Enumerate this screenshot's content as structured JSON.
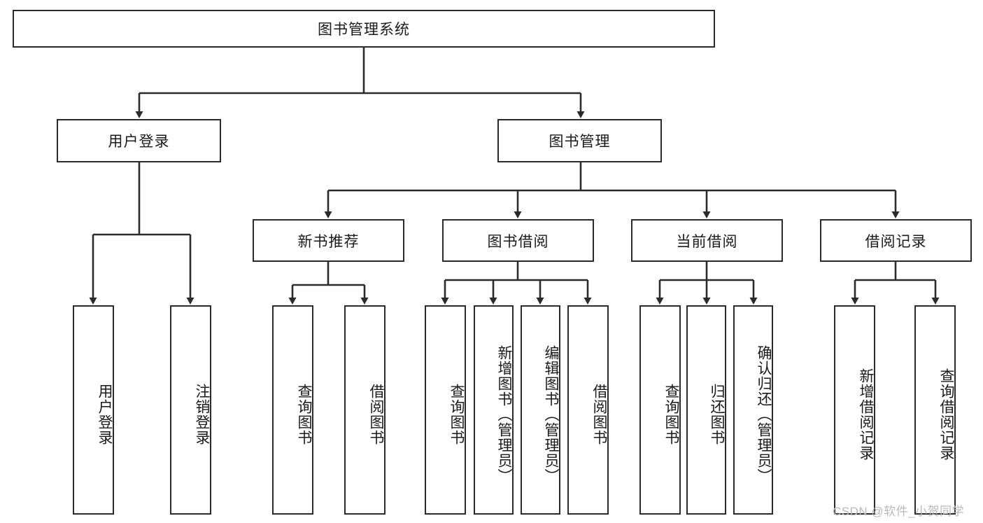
{
  "diagram": {
    "title": "图书管理系统",
    "type": "tree-hierarchy-chart",
    "root": {
      "label": "图书管理系统",
      "orientation": "horizontal"
    },
    "level2": [
      {
        "label": "用户登录",
        "orientation": "horizontal"
      },
      {
        "label": "图书管理",
        "orientation": "horizontal"
      }
    ],
    "level3": [
      {
        "label": "新书推荐",
        "orientation": "horizontal"
      },
      {
        "label": "图书借阅",
        "orientation": "horizontal"
      },
      {
        "label": "当前借阅",
        "orientation": "horizontal"
      },
      {
        "label": "借阅记录",
        "orientation": "horizontal"
      }
    ],
    "leaves": {
      "user_login": [
        {
          "label": "用户登录",
          "orientation": "vertical"
        },
        {
          "label": "注销登录",
          "orientation": "vertical"
        }
      ],
      "new_book_recommend": [
        {
          "label": "查询图书",
          "orientation": "vertical"
        },
        {
          "label": "借阅图书",
          "orientation": "vertical"
        }
      ],
      "book_borrow": [
        {
          "label": "查询图书",
          "orientation": "vertical"
        },
        {
          "label": "新增图书（管理员）",
          "orientation": "vertical"
        },
        {
          "label": "编辑图书（管理员）",
          "orientation": "vertical"
        },
        {
          "label": "借阅图书",
          "orientation": "vertical"
        }
      ],
      "current_borrow": [
        {
          "label": "查询图书",
          "orientation": "vertical"
        },
        {
          "label": "归还图书",
          "orientation": "vertical"
        },
        {
          "label": "确认归还（管理员）",
          "orientation": "vertical"
        }
      ],
      "borrow_record": [
        {
          "label": "新增借阅记录",
          "orientation": "vertical"
        },
        {
          "label": "查询借阅记录",
          "orientation": "vertical"
        }
      ]
    }
  },
  "watermark": {
    "text": "CSDN @软件_小贺同学"
  },
  "colors": {
    "stroke": "#2b2b2b",
    "background": "#ffffff",
    "text": "#1a1a1a",
    "watermark": "#b9b9b9"
  }
}
